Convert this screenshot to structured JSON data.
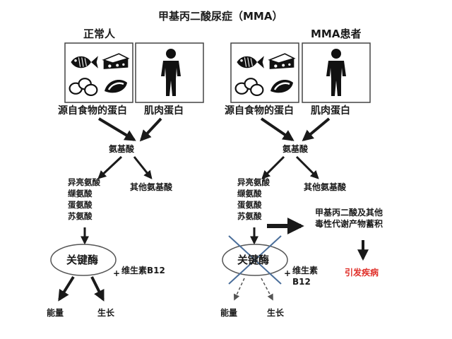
{
  "title": "甲基丙二酸尿症（MMA）",
  "left": {
    "heading": "正常人",
    "food_label": "源自食物的蛋白",
    "muscle_label": "肌肉蛋白",
    "amino_acids": "氨基酸",
    "other_amino_acids": "其他氨基酸",
    "aa_list": [
      "异亮氨酸",
      "缬氨酸",
      "蛋氨酸",
      "苏氨酸"
    ],
    "enzyme": "关键酶",
    "cofactor_plus": "+",
    "cofactor": "维生素B12",
    "out_energy": "能量",
    "out_growth": "生长"
  },
  "right": {
    "heading": "MMA患者",
    "food_label": "源自食物的蛋白",
    "muscle_label": "肌肉蛋白",
    "amino_acids": "氨基酸",
    "other_amino_acids": "其他氨基酸",
    "aa_list": [
      "异亮氨酸",
      "缬氨酸",
      "蛋氨酸",
      "苏氨酸"
    ],
    "enzyme": "关键酶",
    "cofactor_plus": "+",
    "cofactor_line1": "维生素",
    "cofactor_line2": "B12",
    "accumulation_line1": "甲基丙二酸及其他",
    "accumulation_line2": "毒性代谢产物蓄积",
    "disease": "引发疾病",
    "out_energy": "能量",
    "out_growth": "生长"
  },
  "colors": {
    "arrow": "#1a1a1a",
    "cross": "#4a6e9a",
    "disease": "#e0302a"
  },
  "icons": [
    "fish-icon",
    "cheese-icon",
    "eggs-icon",
    "meat-icon",
    "person-icon"
  ]
}
